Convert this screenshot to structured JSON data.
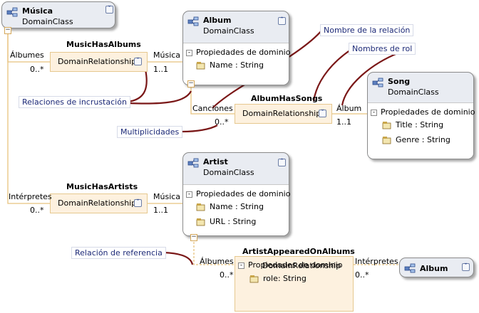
{
  "classes": {
    "musica": {
      "name": "Música",
      "type": "DomainClass"
    },
    "album": {
      "name": "Album",
      "type": "DomainClass",
      "section": "Propiedades de dominio",
      "props": [
        "Name : String"
      ]
    },
    "song": {
      "name": "Song",
      "type": "DomainClass",
      "section": "Propiedades de dominio",
      "props": [
        "Title : String",
        "Genre : String"
      ]
    },
    "artist": {
      "name": "Artist",
      "type": "DomainClass",
      "section": "Propiedades de dominio",
      "props": [
        "Name : String",
        "URL : String"
      ]
    },
    "album_ref": {
      "name": "Album"
    }
  },
  "relationships": {
    "music_has_albums": {
      "name": "MusicHasAlbums",
      "label": "DomainRelationship",
      "source_role": "Álbumes",
      "source_mult": "0..*",
      "target_role": "Música",
      "target_mult": "1..1"
    },
    "album_has_songs": {
      "name": "AlbumHasSongs",
      "label": "DomainRelationship",
      "source_role": "Canciones",
      "source_mult": "0..*",
      "target_role": "Álbum",
      "target_mult": "1..1"
    },
    "music_has_artists": {
      "name": "MusicHasArtists",
      "label": "DomainRelationship",
      "source_role": "Intérpretes",
      "source_mult": "0..*",
      "target_role": "Música",
      "target_mult": "1..1"
    },
    "artist_appeared_on_albums": {
      "name": "ArtistAppearedOnAlbums",
      "label": "DomainRelationship",
      "source_role": "Álbumes",
      "source_mult": "0..*",
      "target_role": "Intérpretes",
      "target_mult": "0..*",
      "section": "Propiedades de dominio",
      "props": [
        "role: String"
      ]
    }
  },
  "callouts": {
    "relationship_name": "Nombre de la relación",
    "role_names": "Nombres de rol",
    "embedding": "Relaciones de incrustación",
    "multiplicities": "Multiplicidades",
    "reference": "Relación de referencia"
  },
  "colors": {
    "class_header": "#e9ecf2",
    "relationship_fill": "#fdf1df",
    "relationship_border": "#e6c88f",
    "embedding_line": "#e8c27e",
    "callout_line": "#7a1717",
    "callout_text": "#1d2a78"
  }
}
